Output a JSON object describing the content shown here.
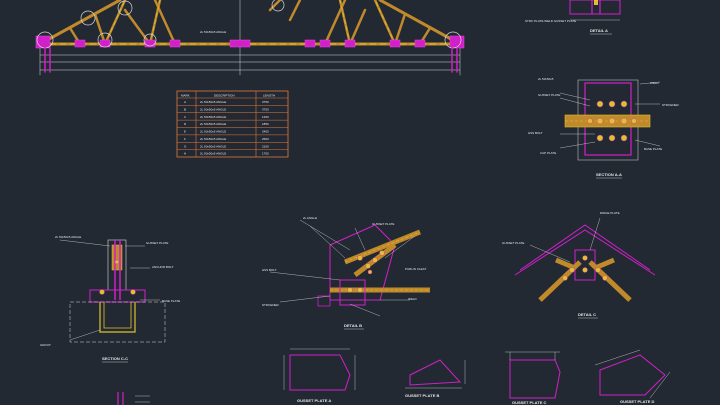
{
  "colors": {
    "background": "#222933",
    "member": "#c08a2a",
    "member_fill": "#e0c030",
    "plate": "#d020c8",
    "dimension": "#e8e8e8",
    "annotation": "#e8e8e8",
    "table_border": "#e07a3a",
    "leader": "#00b0c8"
  },
  "titles": {
    "detail_a": "DETAIL A",
    "section_a_a": "SECTION A-A",
    "section_c_c": "SECTION C-C",
    "detail_b": "DETAIL B",
    "detail_c": "DETAIL C",
    "gusset_a": "GUSSET PLATE A",
    "gusset_b": "GUSSET PLATE B",
    "gusset_c": "GUSSET PLATE C",
    "gusset_d": "GUSSET PLATE D"
  },
  "table": {
    "headers": [
      "MARK",
      "DESCRIPTION",
      "LENGTH"
    ],
    "rows": [
      [
        "A",
        "2L 50x50x5 ANGLE",
        "3750"
      ],
      [
        "B",
        "2L 50x50x5 ANGLE",
        "3750"
      ],
      [
        "C",
        "2L 50x50x5 ANGLE",
        "1250"
      ],
      [
        "D",
        "2L 50x50x5 ANGLE",
        "1850"
      ],
      [
        "E",
        "2L 50x50x5 ANGLE",
        "2400"
      ],
      [
        "F",
        "2L 50x50x5 ANGLE",
        "2500"
      ],
      [
        "G",
        "2L 50x50x5 ANGLE",
        "2100"
      ],
      [
        "H",
        "2L 50x50x5 ANGLE",
        "1700"
      ]
    ]
  },
  "notes": {
    "truss_note": "2L 50x50x5 ANGLE",
    "detail_a_note": "STIFF PLATE WELD\nGUSSET PLATE",
    "sa_left_1": "2L 50x50x5",
    "sa_left_2": "GUSSET PLATE",
    "sa_left_3": "HSS BOLT",
    "sa_left_4": "CAP PLATE",
    "sa_right_1": "WELD",
    "sa_right_2": "STIFFENER",
    "sa_right_3": "BASE PLATE",
    "sc_1": "2L 50x50x5 ANGLE",
    "sc_2": "GUSSET PLATE",
    "sc_3": "ANCHOR BOLT",
    "sc_4": "BASE PLATE",
    "sc_5": "GROUT",
    "db_1": "2L ANGLE",
    "db_2": "GUSSET PLATE",
    "db_3": "HSS BOLT",
    "db_4": "STIFFENER",
    "db_5": "PURLIN CLEAT",
    "db_6": "WELD",
    "dc_1": "GUSSET PLATE",
    "dc_2": "RIDGE PLATE"
  }
}
